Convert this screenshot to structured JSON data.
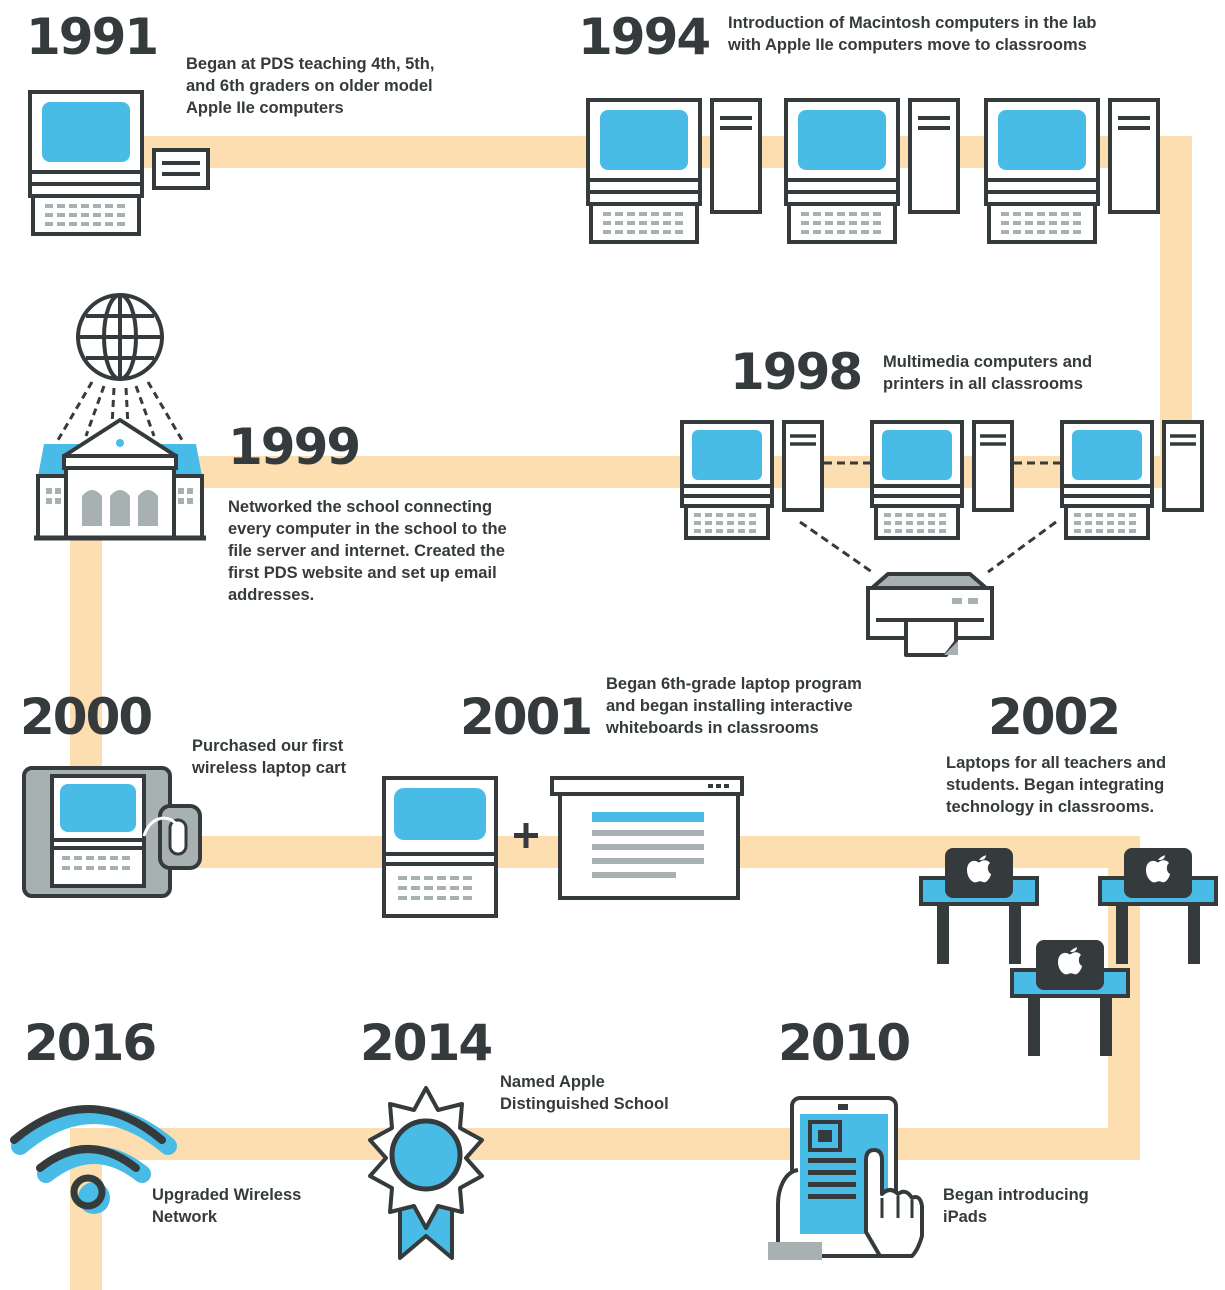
{
  "milestones": [
    {
      "year": "1991",
      "text": "Began at PDS teaching 4th, 5th, and 6th graders on older model Apple IIe computers"
    },
    {
      "year": "1994",
      "text": "Introduction of Macintosh computers in the lab with Apple IIe computers move to classrooms"
    },
    {
      "year": "1998",
      "text": "Multimedia computers and printers in all classrooms"
    },
    {
      "year": "1999",
      "text": "Networked the school connecting every computer in the school to the file server and internet. Created the first PDS website and set up email addresses."
    },
    {
      "year": "2000",
      "text": "Purchased our first wireless laptop cart"
    },
    {
      "year": "2001",
      "text": "Began 6th-grade laptop program and began installing interactive whiteboards in classrooms"
    },
    {
      "year": "2002",
      "text": "Laptops for all teachers and students. Began integrating technology in classrooms."
    },
    {
      "year": "2010",
      "text": "Began introducing iPads"
    },
    {
      "year": "2014",
      "text": "Named Apple Distinguished School"
    },
    {
      "year": "2016",
      "text": "Upgraded Wireless Network"
    }
  ],
  "colors": {
    "path": "#fddeb0",
    "dark": "#353b3c",
    "blue": "#48bce6",
    "gray": "#a8b1b1",
    "white": "#ffffff"
  },
  "icons": [
    "computer-icon",
    "globe-icon",
    "school-building-icon",
    "printer-icon",
    "laptop-cart-icon",
    "whiteboard-icon",
    "desk-icon",
    "tablet-icon",
    "award-ribbon-icon",
    "wifi-icon",
    "apple-logo-icon"
  ]
}
